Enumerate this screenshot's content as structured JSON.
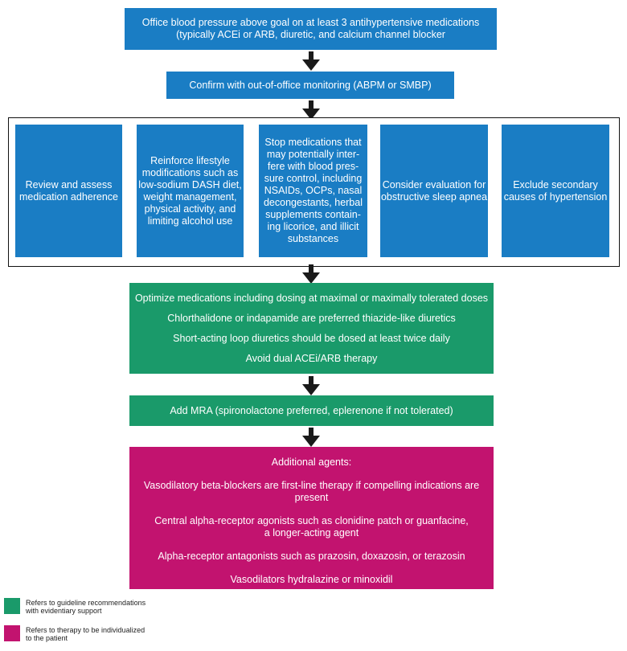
{
  "colors": {
    "blue": "#1a7dc4",
    "green": "#1a9a6a",
    "magenta": "#c2136f",
    "arrow": "#1a1a1a"
  },
  "top_box": {
    "line1": "Office blood pressure above goal on at least 3 antihypertensive medications",
    "line2": "(typically ACEi or ARB, diuretic, and calcium channel blocker"
  },
  "confirm_box": {
    "text": "Confirm with out-of-office monitoring (ABPM or SMBP)"
  },
  "assessment_boxes": [
    {
      "lines": [
        "Review and assess",
        "medication adherence"
      ]
    },
    {
      "lines": [
        "Reinforce lifestyle",
        "modifications such as",
        "low-sodium DASH diet,",
        "weight management,",
        "physical activity, and",
        "limiting alcohol use"
      ]
    },
    {
      "lines": [
        "Stop medications that",
        "may potentially inter-",
        "fere with blood pres-",
        "sure control, including",
        "NSAIDs, OCPs, nasal",
        "decongestants, herbal",
        "supplements contain-",
        "ing licorice, and illicit",
        "substances"
      ]
    },
    {
      "lines": [
        "Consider evaluation for",
        "obstructive sleep apnea"
      ]
    },
    {
      "lines": [
        "Exclude secondary",
        "causes of  hypertension"
      ]
    }
  ],
  "optimize_box": {
    "lines": [
      "Optimize medications including dosing at maximal or maximally tolerated doses",
      "Chlorthalidone or indapamide are preferred thiazide-like diuretics",
      "Short-acting loop diuretics should be dosed at least twice daily",
      "Avoid dual ACEi/ARB therapy"
    ]
  },
  "mra_box": {
    "text": "Add MRA (spironolactone preferred, eplerenone if not tolerated)"
  },
  "additional_box": {
    "heading": "Additional agents:",
    "item1": "Vasodilatory beta-blockers are first-line therapy if compelling indications are present",
    "item2_line1": "Central alpha-receptor agonists such as clonidine patch or guanfacine,",
    "item2_line2": "a longer-acting agent",
    "item3": "Alpha-receptor antagonists such as prazosin, doxazosin, or terazosin",
    "item4": "Vasodilators hydralazine or minoxidil"
  },
  "legend": {
    "green_line1": "Refers to guideline recommendations",
    "green_line2": "with evidentiary support",
    "magenta_line1": "Refers to therapy to be individualized",
    "magenta_line2": "to the patient"
  }
}
